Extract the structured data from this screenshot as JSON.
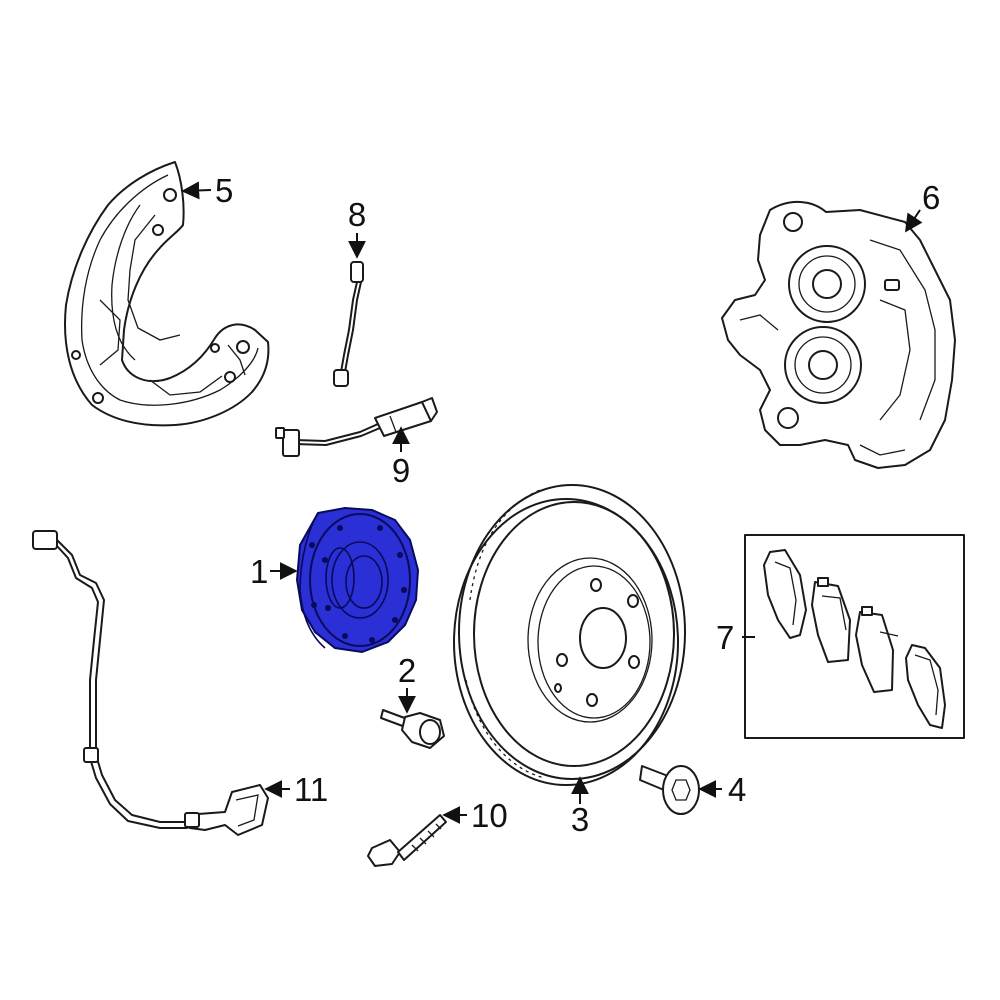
{
  "colors": {
    "highlight": "#2b2fd6",
    "highlight_outline": "#0a0a5a",
    "line": "#1a1a1a",
    "background": "#ffffff"
  },
  "callouts": [
    {
      "id": "1",
      "text": "1"
    },
    {
      "id": "2",
      "text": "2"
    },
    {
      "id": "3",
      "text": "3"
    },
    {
      "id": "4",
      "text": "4"
    },
    {
      "id": "5",
      "text": "5"
    },
    {
      "id": "6",
      "text": "6"
    },
    {
      "id": "7",
      "text": "7"
    },
    {
      "id": "8",
      "text": "8"
    },
    {
      "id": "9",
      "text": "9"
    },
    {
      "id": "10",
      "text": "10"
    },
    {
      "id": "11",
      "text": "11"
    }
  ],
  "highlighted_part": "1"
}
